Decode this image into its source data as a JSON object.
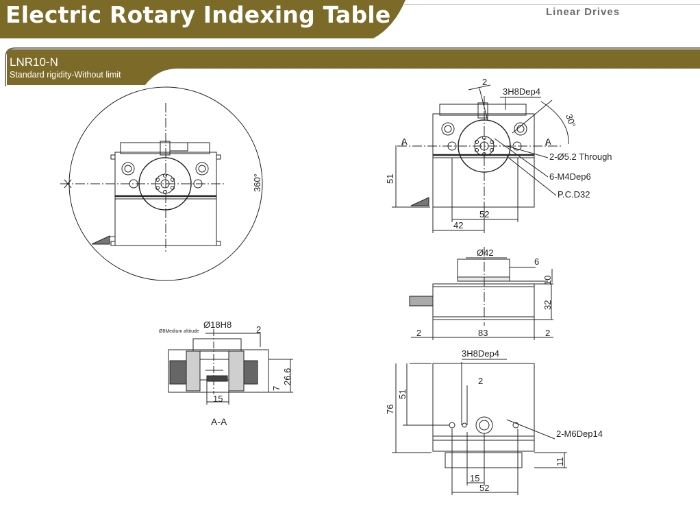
{
  "header": {
    "title": "Electric Rotary Indexing Table",
    "brand": "Linear  Drives"
  },
  "section": {
    "model": "LNR10-N",
    "subtitle": "Standard rigidity-Without limit"
  },
  "colors": {
    "banner": "#7c6a28",
    "line": "#222222"
  },
  "views": {
    "top_rotation": {
      "angle_label": "360°"
    },
    "top_dimensioned": {
      "dim_2": "2",
      "hole_3h8": "3H8Dep4",
      "angle_30": "30°",
      "section_a_left": "A",
      "section_a_right": "A",
      "through_holes": "2-Ø5.2 Through",
      "tapped_holes": "6-M4Dep6",
      "pcd": "P.C.D32",
      "dim_51": "51",
      "dim_52": "52",
      "dim_42": "42"
    },
    "front": {
      "dia_42": "Ø42",
      "dim_6": "6",
      "dim_10": "10",
      "dim_32": "32",
      "dim_2_left": "2",
      "dim_83": "83",
      "dim_2_right": "2"
    },
    "section_aa": {
      "medium_altitude": "Ø8Medium altitude",
      "dia_18h8": "Ø18H8",
      "dim_2": "2",
      "dim_26_6": "26.6",
      "dim_7": "7",
      "dim_15": "15",
      "section_label": "A-A"
    },
    "bottom": {
      "hole_3h8": "3H8Dep4",
      "dim_2": "2",
      "dim_51": "51",
      "dim_76": "76",
      "tapped_m6": "2-M6Dep14",
      "dim_11": "11",
      "dim_15": "15",
      "dim_52": "52"
    }
  }
}
